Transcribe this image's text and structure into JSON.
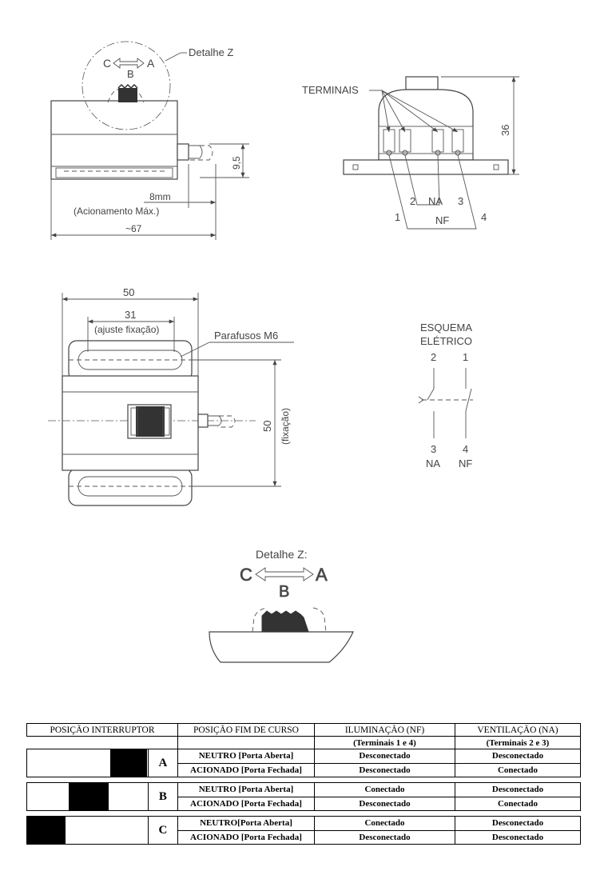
{
  "drawing": {
    "detail_z_callout": "Detalhe Z",
    "pos_c": "C",
    "pos_b": "B",
    "pos_a": "A",
    "dim_9_5": "9,5",
    "dim_8mm": "8mm",
    "acionamento_max": "(Acionamento Máx.)",
    "dim_67": "~67",
    "terminais": "TERMINAIS",
    "dim_36": "36",
    "term_1": "1",
    "term_2": "2",
    "term_3": "3",
    "term_4": "4",
    "na": "NA",
    "nf": "NF",
    "dim_50_top": "50",
    "dim_31": "31",
    "ajuste_fixacao": "(ajuste fixação)",
    "parafusos": "Parafusos M6",
    "dim_50_side": "50",
    "fixacao": "(fixação)",
    "esquema_1": "ESQUEMA",
    "esquema_2": "ELÉTRICO",
    "sch_2": "2",
    "sch_1": "1",
    "sch_3": "3",
    "sch_4": "4",
    "sch_na": "NA",
    "sch_nf": "NF",
    "detail_title": "Detalhe Z:",
    "det_c": "C",
    "det_b": "B",
    "det_a": "A"
  },
  "table": {
    "headers": [
      "POSIÇÃO INTERRUPTOR",
      "POSIÇÃO FIM DE CURSO",
      "ILUMINAÇÃO (NF)",
      "VENTILAÇÃO (NA)"
    ],
    "subheaders": [
      "(Terminais 1 e 4)",
      "(Terminais 2 e 3)"
    ],
    "rows": [
      {
        "letter": "A",
        "states": [
          {
            "fim": "NEUTRO [Porta Aberta]",
            "ilum": "Desconectado",
            "vent": "Desconectado"
          },
          {
            "fim": "ACIONADO [Porta Fechada]",
            "ilum": "Desconectado",
            "vent": "Conectado"
          }
        ]
      },
      {
        "letter": "B",
        "states": [
          {
            "fim": "NEUTRO [Porta Aberta]",
            "ilum": "Conectado",
            "vent": "Desconectado"
          },
          {
            "fim": "ACIONADO [Porta Fechada]",
            "ilum": "Desconectado",
            "vent": "Conectado"
          }
        ]
      },
      {
        "letter": "C",
        "states": [
          {
            "fim": "NEUTRO[Porta Aberta]",
            "ilum": "Conectado",
            "vent": "Desconectado"
          },
          {
            "fim": "ACIONADO [Porta Fechada]",
            "ilum": "Desconectado",
            "vent": "Desconectado"
          }
        ]
      }
    ]
  }
}
